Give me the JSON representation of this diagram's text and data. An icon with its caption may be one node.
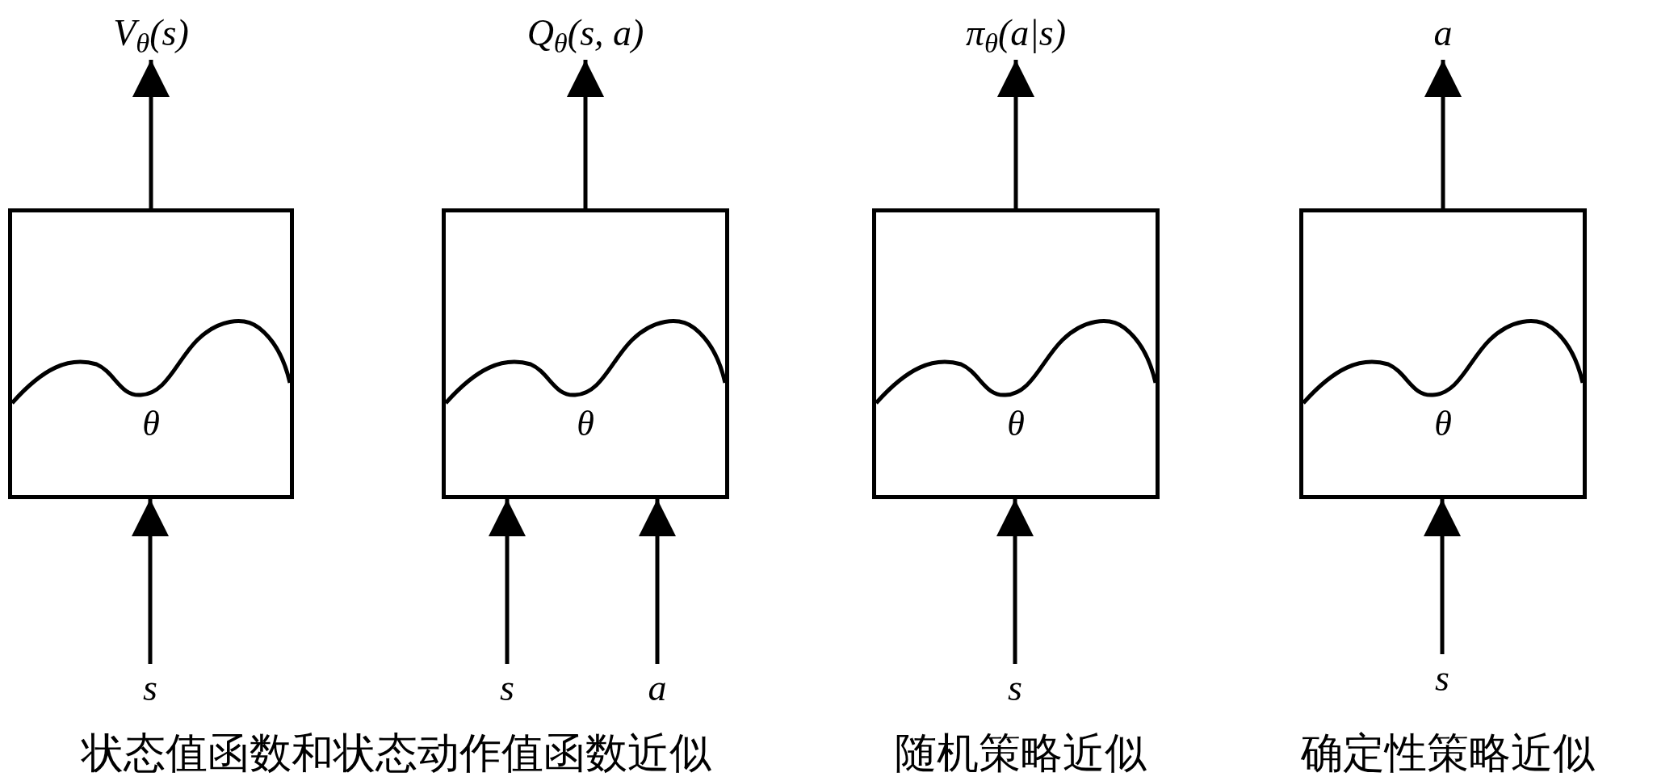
{
  "diagram": {
    "nodes": [
      {
        "text": [
          "V$_{θ}$(s)"
        ]
      },
      {
        "text": [
          "Q$_{θ}$(s, a)"
        ]
      },
      {
        "text": [
          "π$_{θ}$(a|s)"
        ]
      },
      {
        "text": [
          "a"
        ]
      },
      {
        "text": [
          "θ"
        ]
      },
      {
        "text": [
          "θ"
        ]
      },
      {
        "text": [
          "θ"
        ]
      },
      {
        "text": [
          "θ"
        ]
      },
      {
        "text": [
          "s"
        ]
      },
      {
        "text": [
          "s"
        ]
      },
      {
        "text": [
          "a"
        ]
      },
      {
        "text": [
          "s"
        ]
      },
      {
        "text": [
          "s"
        ]
      }
    ],
    "edges": [
      {
        "from": 4,
        "to": 0,
        "arrow": "to"
      },
      {
        "from": 5,
        "to": 1,
        "arrow": "to"
      },
      {
        "from": 6,
        "to": 2,
        "arrow": "to"
      },
      {
        "from": 7,
        "to": 3,
        "arrow": "to"
      },
      {
        "from": 8,
        "to": 4,
        "arrow": "to"
      },
      {
        "from": 9,
        "to": 5,
        "arrow": "to"
      },
      {
        "from": 10,
        "to": 5,
        "arrow": "to"
      },
      {
        "from": 11,
        "to": 6,
        "arrow": "to"
      },
      {
        "from": 12,
        "to": 7,
        "arrow": "to"
      }
    ],
    "labels": [
      "状态值函数和状态动作值函数近似",
      "随机策略近似",
      "确定性策略近似"
    ]
  }
}
